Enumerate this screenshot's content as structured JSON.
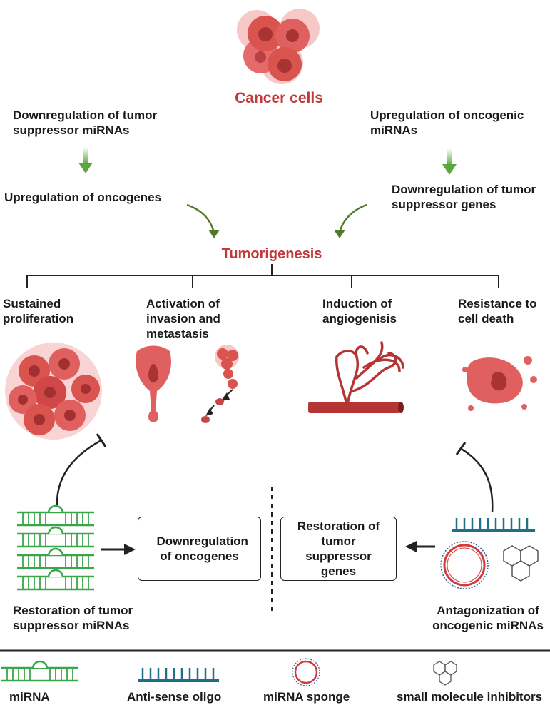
{
  "title": "Cancer cells",
  "left_path": {
    "step1": "Downregulation of tumor suppressor miRNAs",
    "step2": "Upregulation of oncogenes"
  },
  "right_path": {
    "step1": "Upregulation of oncogenic miRNAs",
    "step2": "Downregulation of tumor suppressor genes"
  },
  "outcome": "Tumorigenesis",
  "hallmarks": [
    "Sustained proliferation",
    "Activation of invasion and metastasis",
    "Induction of angiogenisis",
    "Resistance to cell death"
  ],
  "therapy": {
    "left_box": "Downregulation of oncogenes",
    "right_box": "Restoration of tumor suppressor genes",
    "left_label": "Restoration of tumor suppressor miRNAs",
    "right_label": "Antagonization of oncogenic miRNAs"
  },
  "legend": [
    {
      "label": "miRNA",
      "icon": "mirna-icon"
    },
    {
      "label": "Anti-sense oligo",
      "icon": "antisense-oligo-icon"
    },
    {
      "label": "miRNA sponge",
      "icon": "mirna-sponge-icon"
    },
    {
      "label": "small molecule inhibitors",
      "icon": "small-molecule-icon"
    }
  ],
  "colors": {
    "title_red": "#c0393b",
    "cell_red": "#d9534f",
    "arrow_green": "#5aa83c",
    "mirna_green": "#3aa64a",
    "oligo_blue": "#1f6f8b"
  }
}
